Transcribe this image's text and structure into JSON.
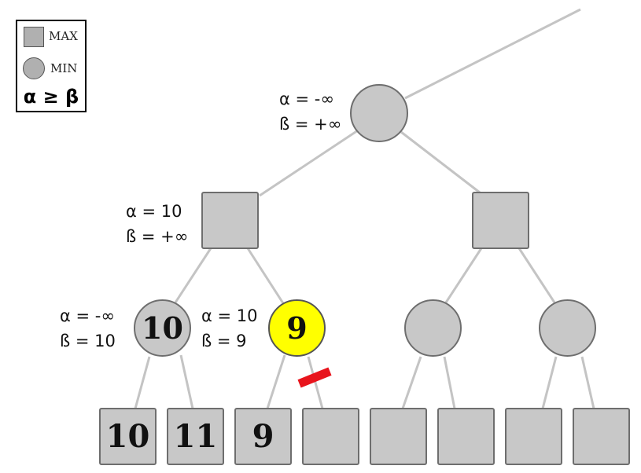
{
  "legend": {
    "max_label": "MAX",
    "min_label": "MIN",
    "rule": "α ≥ β"
  },
  "colors": {
    "node_fill": "#c8c8c8",
    "node_border": "#6e6e6e",
    "edge": "#c4c4c4",
    "highlight": "#ffff00",
    "prune_mark": "#e8141c"
  },
  "tree": {
    "root": {
      "type": "min",
      "value": "",
      "alpha": "α = -∞",
      "beta": "ß = +∞"
    },
    "max_left": {
      "type": "max",
      "value": "",
      "alpha": "α = 10",
      "beta": "ß = +∞"
    },
    "max_right": {
      "type": "max",
      "value": ""
    },
    "min_1": {
      "type": "min",
      "value": "10",
      "alpha": "α = -∞",
      "beta": "ß = 10"
    },
    "min_2": {
      "type": "min",
      "value": "9",
      "alpha": "α = 10",
      "beta": "ß = 9",
      "highlighted": true
    },
    "min_3": {
      "type": "min",
      "value": ""
    },
    "min_4": {
      "type": "min",
      "value": ""
    },
    "leaves": [
      "10",
      "11",
      "9",
      "",
      "",
      "",
      "",
      ""
    ],
    "pruned_edge": "min_2 → leaf_4"
  }
}
